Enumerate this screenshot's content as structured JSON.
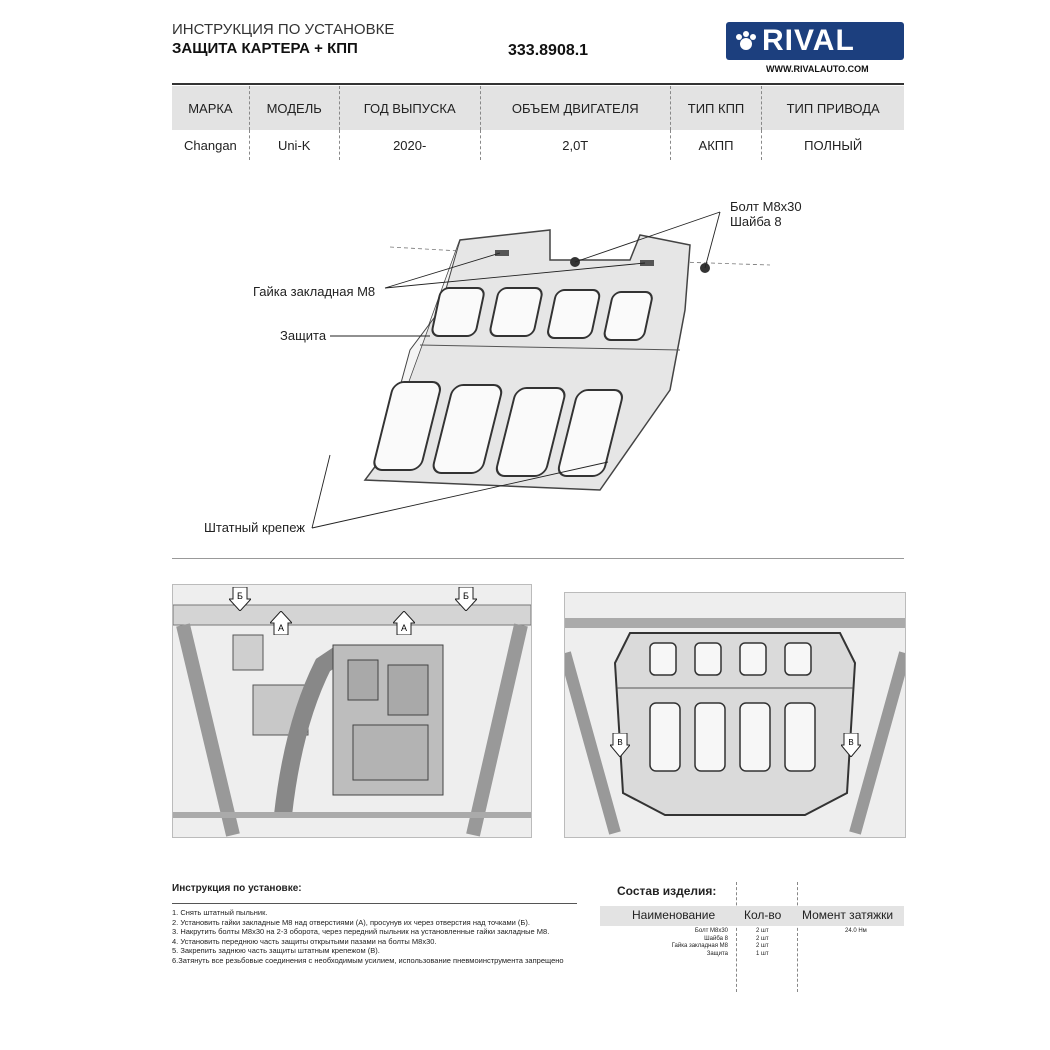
{
  "header": {
    "title_line1": "ИНСТРУКЦИЯ ПО УСТАНОВКЕ",
    "title_line2": "ЗАЩИТА КАРТЕРА + КПП",
    "part_number": "333.8908.1",
    "logo_text": "RIVAL",
    "logo_url": "WWW.RIVALAUTO.COM",
    "brand_color": "#1c3f7e"
  },
  "spec_table": {
    "headers": [
      "МАРКА",
      "МОДЕЛЬ",
      "ГОД ВЫПУСКА",
      "ОБЪЕМ ДВИГАТЕЛЯ",
      "ТИП КПП",
      "ТИП ПРИВОДА"
    ],
    "row": [
      "Changan",
      "Uni-K",
      "2020-",
      "2,0T",
      "АКПП",
      "ПОЛНЫЙ"
    ]
  },
  "diagram": {
    "callouts": {
      "bolt": "Болт M8x30",
      "washer": "Шайба 8",
      "nut": "Гайка закладная M8",
      "guard": "Защита",
      "fastener": "Штатный крепеж"
    }
  },
  "photos": {
    "left_markers": [
      "Б",
      "А",
      "А",
      "Б"
    ],
    "right_markers": [
      "В",
      "В"
    ]
  },
  "instructions": {
    "title": "Инструкция по установке:",
    "steps": [
      "1. Снять штатный пыльник.",
      "2. Установить гайки закладные М8 над отверстиями (А), просунув их через отверстия над точками (Б).",
      "3. Накрутить болты М8х30 на 2-3 оборота, через передний пыльник на установленные гайки закладные М8.",
      "4. Установить переднюю часть защиты открытыми пазами на болты М8х30.",
      "5. Закрепить заднюю часть защиты штатным крепежом (В).",
      "6.Затянуть все резьбовые соединения с необходимым усилием, использование пневмоинструмента запрещено"
    ]
  },
  "composition": {
    "title": "Состав изделия:",
    "col_name": "Наименование",
    "col_qty": "Кол-во",
    "col_torque": "Момент затяжки",
    "items": [
      {
        "name": "Болт М8х30",
        "qty": "2 шт",
        "torque": "24.0 Нм"
      },
      {
        "name": "Шайба 8",
        "qty": "2 шт",
        "torque": ""
      },
      {
        "name": "Гайка закладная М8",
        "qty": "2 шт",
        "torque": ""
      },
      {
        "name": "Защита",
        "qty": "1 шт",
        "torque": ""
      }
    ]
  }
}
